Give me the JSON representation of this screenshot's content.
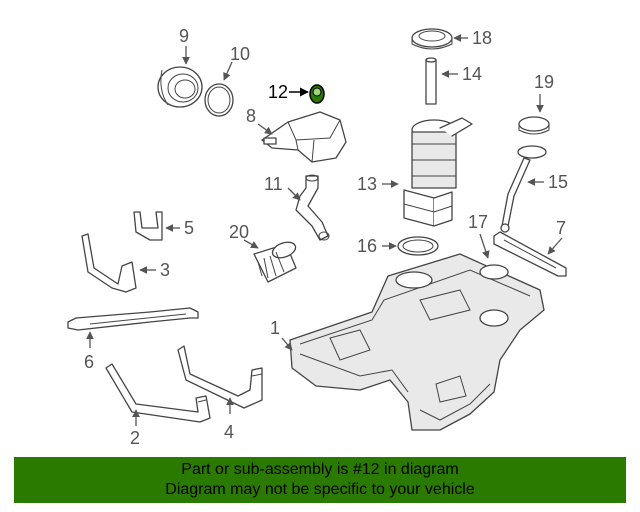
{
  "callouts": {
    "c1": "1",
    "c2": "2",
    "c3": "3",
    "c4": "4",
    "c5": "5",
    "c6": "6",
    "c7": "7",
    "c8": "8",
    "c9": "9",
    "c10": "10",
    "c11": "11",
    "c12": "12",
    "c13": "13",
    "c14": "14",
    "c15": "15",
    "c16": "16",
    "c17": "17",
    "c18": "18",
    "c19": "19",
    "c20": "20"
  },
  "highlighted_part": "12",
  "colors": {
    "highlight": "#2b7a00",
    "banner_background": "#2b7a00",
    "line_art": "#444444"
  },
  "banner": {
    "line1": "Part or sub-assembly is #12 in diagram",
    "line2": "Diagram may not be specific to your vehicle"
  }
}
